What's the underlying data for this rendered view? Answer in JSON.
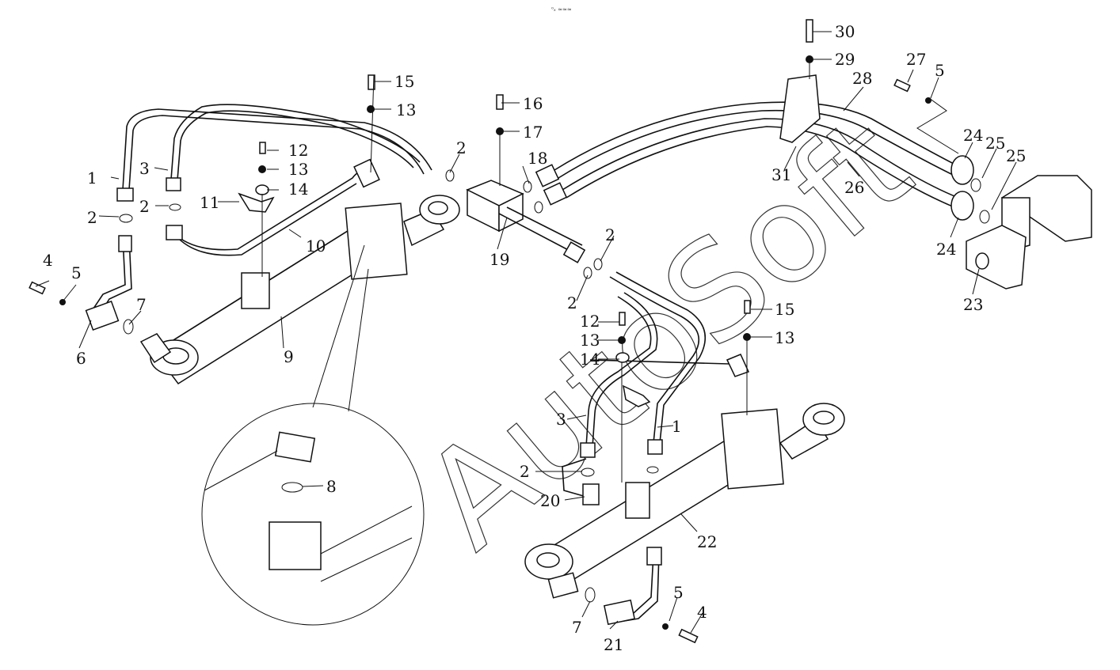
{
  "header": {
    "caption": "⁰ₓ ≈≈≈"
  },
  "watermark": {
    "text": "AutoSoft"
  },
  "callouts": [
    {
      "id": "c1a",
      "text": "1"
    },
    {
      "id": "c1b",
      "text": "1"
    },
    {
      "id": "c2a",
      "text": "2"
    },
    {
      "id": "c2b",
      "text": "2"
    },
    {
      "id": "c2c",
      "text": "2"
    },
    {
      "id": "c2d",
      "text": "2"
    },
    {
      "id": "c2e",
      "text": "2"
    },
    {
      "id": "c2f",
      "text": "2"
    },
    {
      "id": "c3a",
      "text": "3"
    },
    {
      "id": "c3b",
      "text": "3"
    },
    {
      "id": "c4a",
      "text": "4"
    },
    {
      "id": "c4b",
      "text": "4"
    },
    {
      "id": "c5a",
      "text": "5"
    },
    {
      "id": "c5b",
      "text": "5"
    },
    {
      "id": "c5c",
      "text": "5"
    },
    {
      "id": "c6",
      "text": "6"
    },
    {
      "id": "c7a",
      "text": "7"
    },
    {
      "id": "c7b",
      "text": "7"
    },
    {
      "id": "c8",
      "text": "8"
    },
    {
      "id": "c9",
      "text": "9"
    },
    {
      "id": "c10",
      "text": "10"
    },
    {
      "id": "c11",
      "text": "11"
    },
    {
      "id": "c12a",
      "text": "12"
    },
    {
      "id": "c12b",
      "text": "12"
    },
    {
      "id": "c13a",
      "text": "13"
    },
    {
      "id": "c13b",
      "text": "13"
    },
    {
      "id": "c13c",
      "text": "13"
    },
    {
      "id": "c13d",
      "text": "13"
    },
    {
      "id": "c14a",
      "text": "14"
    },
    {
      "id": "c14b",
      "text": "14"
    },
    {
      "id": "c15a",
      "text": "15"
    },
    {
      "id": "c15b",
      "text": "15"
    },
    {
      "id": "c16",
      "text": "16"
    },
    {
      "id": "c17",
      "text": "17"
    },
    {
      "id": "c18",
      "text": "18"
    },
    {
      "id": "c19",
      "text": "19"
    },
    {
      "id": "c20",
      "text": "20"
    },
    {
      "id": "c21",
      "text": "21"
    },
    {
      "id": "c22",
      "text": "22"
    },
    {
      "id": "c23",
      "text": "23"
    },
    {
      "id": "c24a",
      "text": "24"
    },
    {
      "id": "c24b",
      "text": "24"
    },
    {
      "id": "c25a",
      "text": "25"
    },
    {
      "id": "c25b",
      "text": "25"
    },
    {
      "id": "c26",
      "text": "26"
    },
    {
      "id": "c27",
      "text": "27"
    },
    {
      "id": "c28",
      "text": "28"
    },
    {
      "id": "c29",
      "text": "29"
    },
    {
      "id": "c30",
      "text": "30"
    },
    {
      "id": "c31",
      "text": "31"
    }
  ]
}
